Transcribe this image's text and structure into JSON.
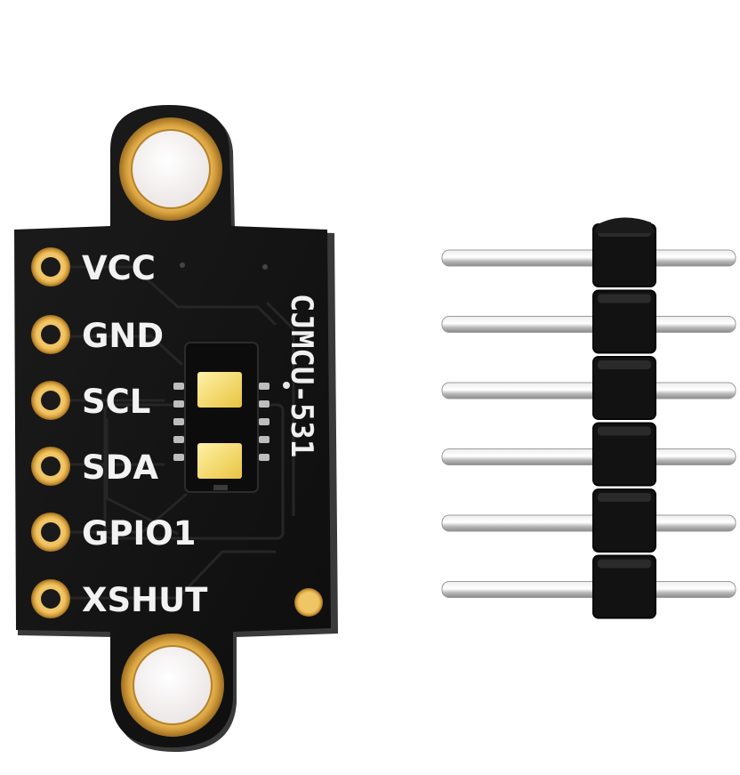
{
  "board": {
    "model": "CJMCU-531",
    "pins": [
      "VCC",
      "GND",
      "SCL",
      "SDA",
      "GPIO1",
      "XSHUT"
    ]
  },
  "header": {
    "pin_count": 6
  },
  "colors": {
    "pcb": "#151515",
    "pcb_edge": "#2a2a2a",
    "gold": "#e2b14a",
    "gold_dark": "#b4822a",
    "silkscreen": "#f2f2f2",
    "sensor_window": "#f2d25c",
    "pin_metal": "#c9c9c9",
    "plastic": "#111111"
  }
}
